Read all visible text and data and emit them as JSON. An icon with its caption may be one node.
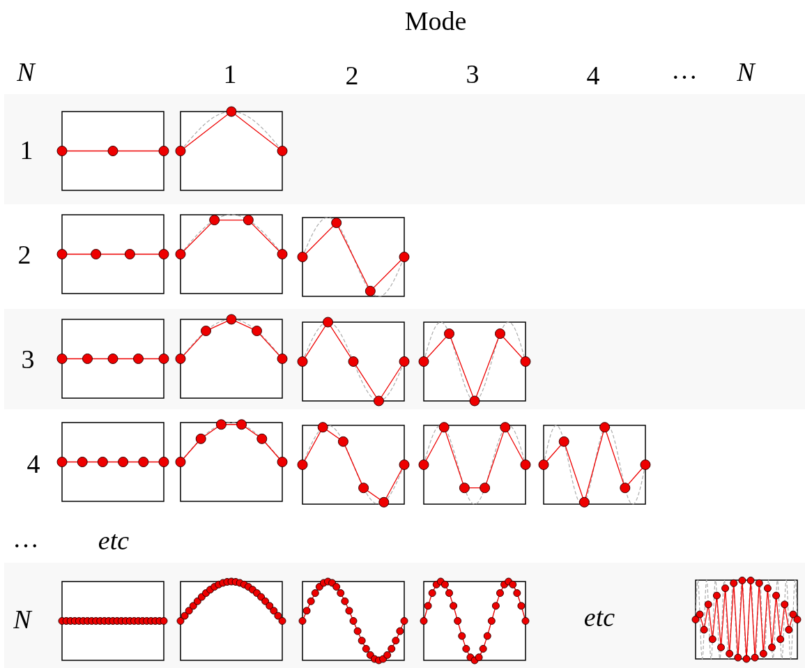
{
  "diagram": {
    "title": "Mode",
    "labels": [
      "N",
      "1",
      "2",
      "3",
      "4",
      "…",
      "N",
      "1",
      "2",
      "3",
      "4",
      "…",
      "etc",
      "N",
      "etc"
    ]
  }
}
